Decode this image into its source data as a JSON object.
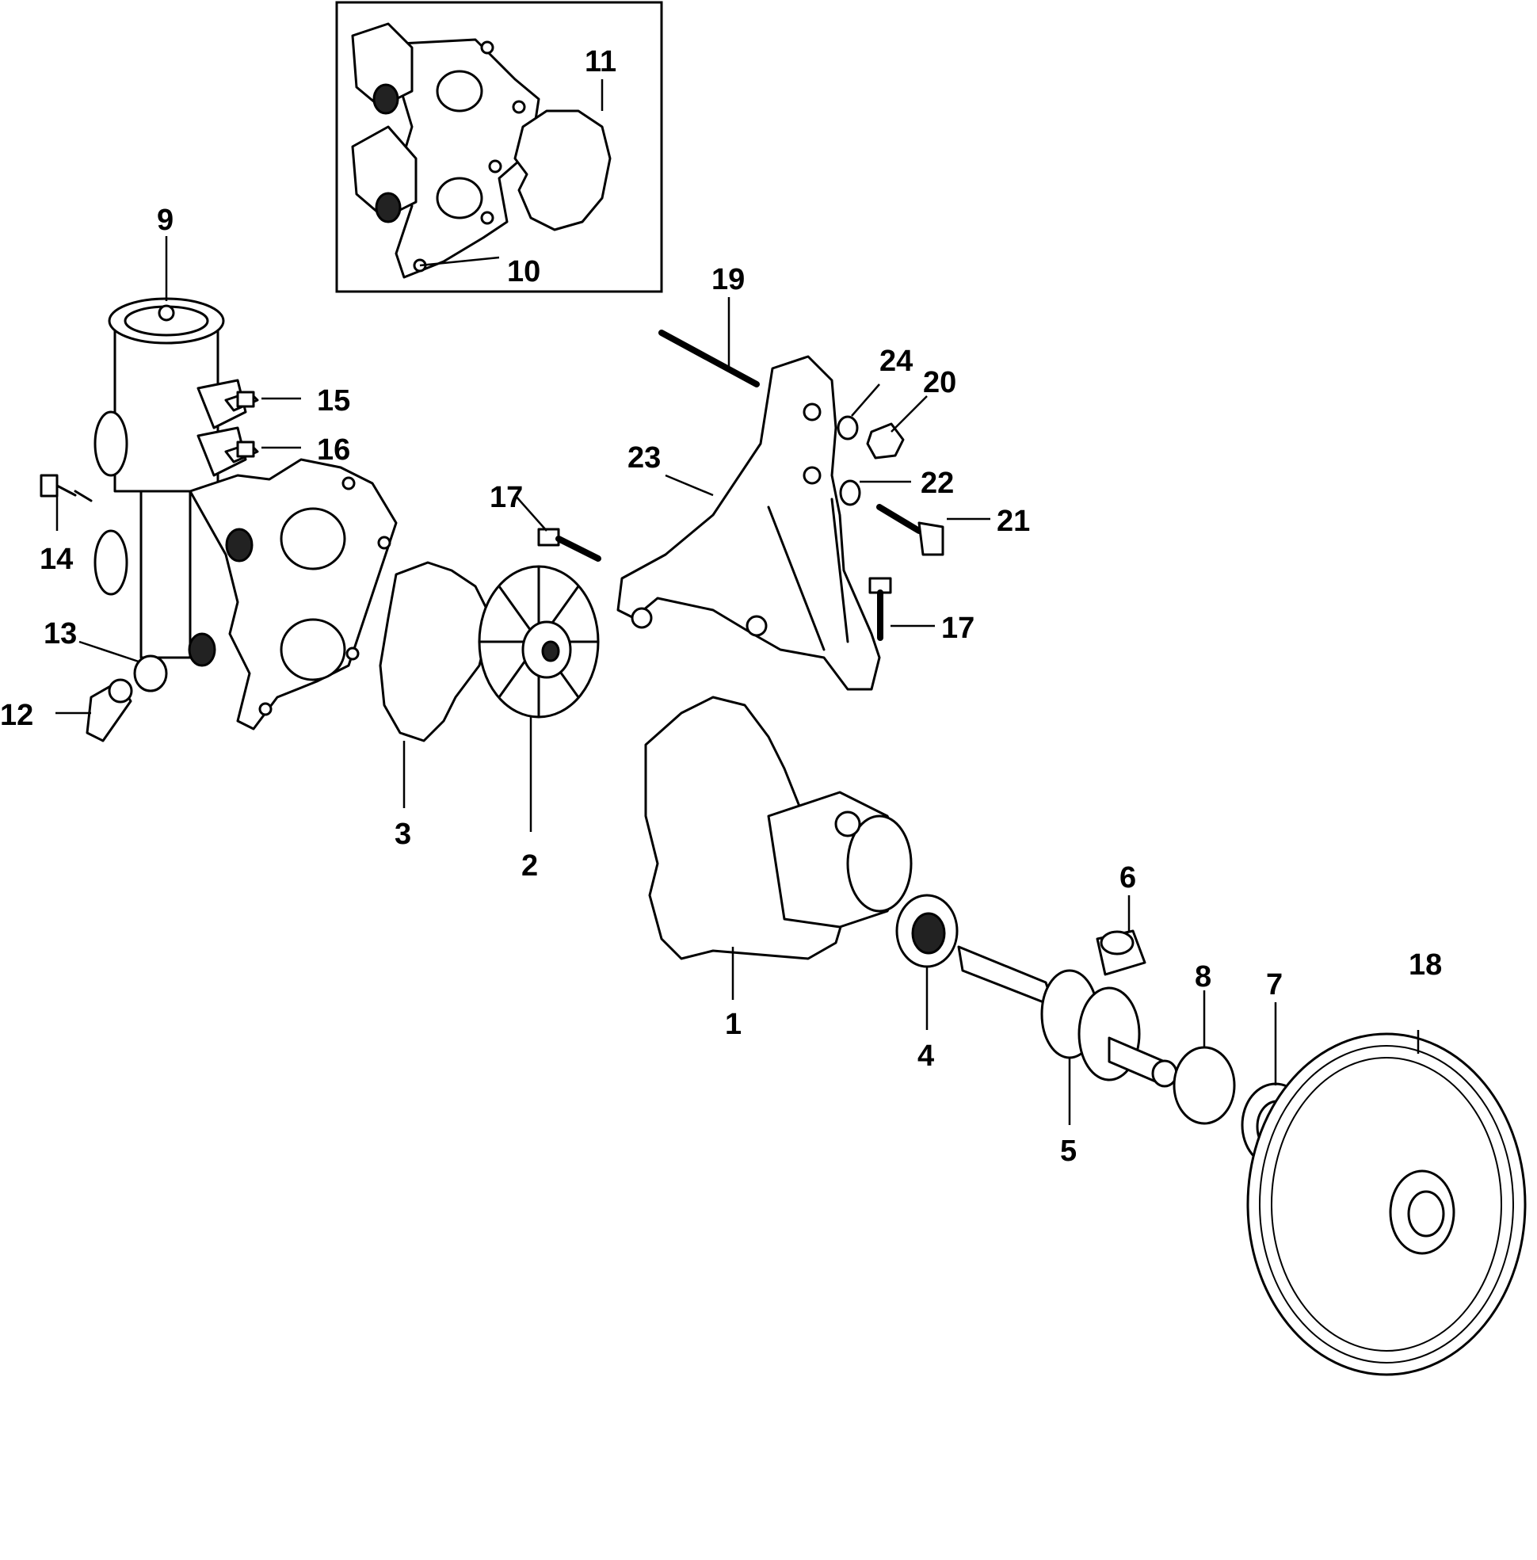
{
  "callouts": [
    {
      "id": "c1",
      "label": "1"
    },
    {
      "id": "c2",
      "label": "2"
    },
    {
      "id": "c3",
      "label": "3"
    },
    {
      "id": "c4",
      "label": "4"
    },
    {
      "id": "c5",
      "label": "5"
    },
    {
      "id": "c6",
      "label": "6"
    },
    {
      "id": "c7",
      "label": "7"
    },
    {
      "id": "c8",
      "label": "8"
    },
    {
      "id": "c9",
      "label": "9"
    },
    {
      "id": "c10",
      "label": "10"
    },
    {
      "id": "c11",
      "label": "11"
    },
    {
      "id": "c12",
      "label": "12"
    },
    {
      "id": "c13",
      "label": "13"
    },
    {
      "id": "c14",
      "label": "14"
    },
    {
      "id": "c15",
      "label": "15"
    },
    {
      "id": "c16",
      "label": "16"
    },
    {
      "id": "c17a",
      "label": "17"
    },
    {
      "id": "c17b",
      "label": "17"
    },
    {
      "id": "c18",
      "label": "18"
    },
    {
      "id": "c19",
      "label": "19"
    },
    {
      "id": "c20",
      "label": "20"
    },
    {
      "id": "c21",
      "label": "21"
    },
    {
      "id": "c22",
      "label": "22"
    },
    {
      "id": "c23",
      "label": "23"
    },
    {
      "id": "c24",
      "label": "24"
    }
  ]
}
